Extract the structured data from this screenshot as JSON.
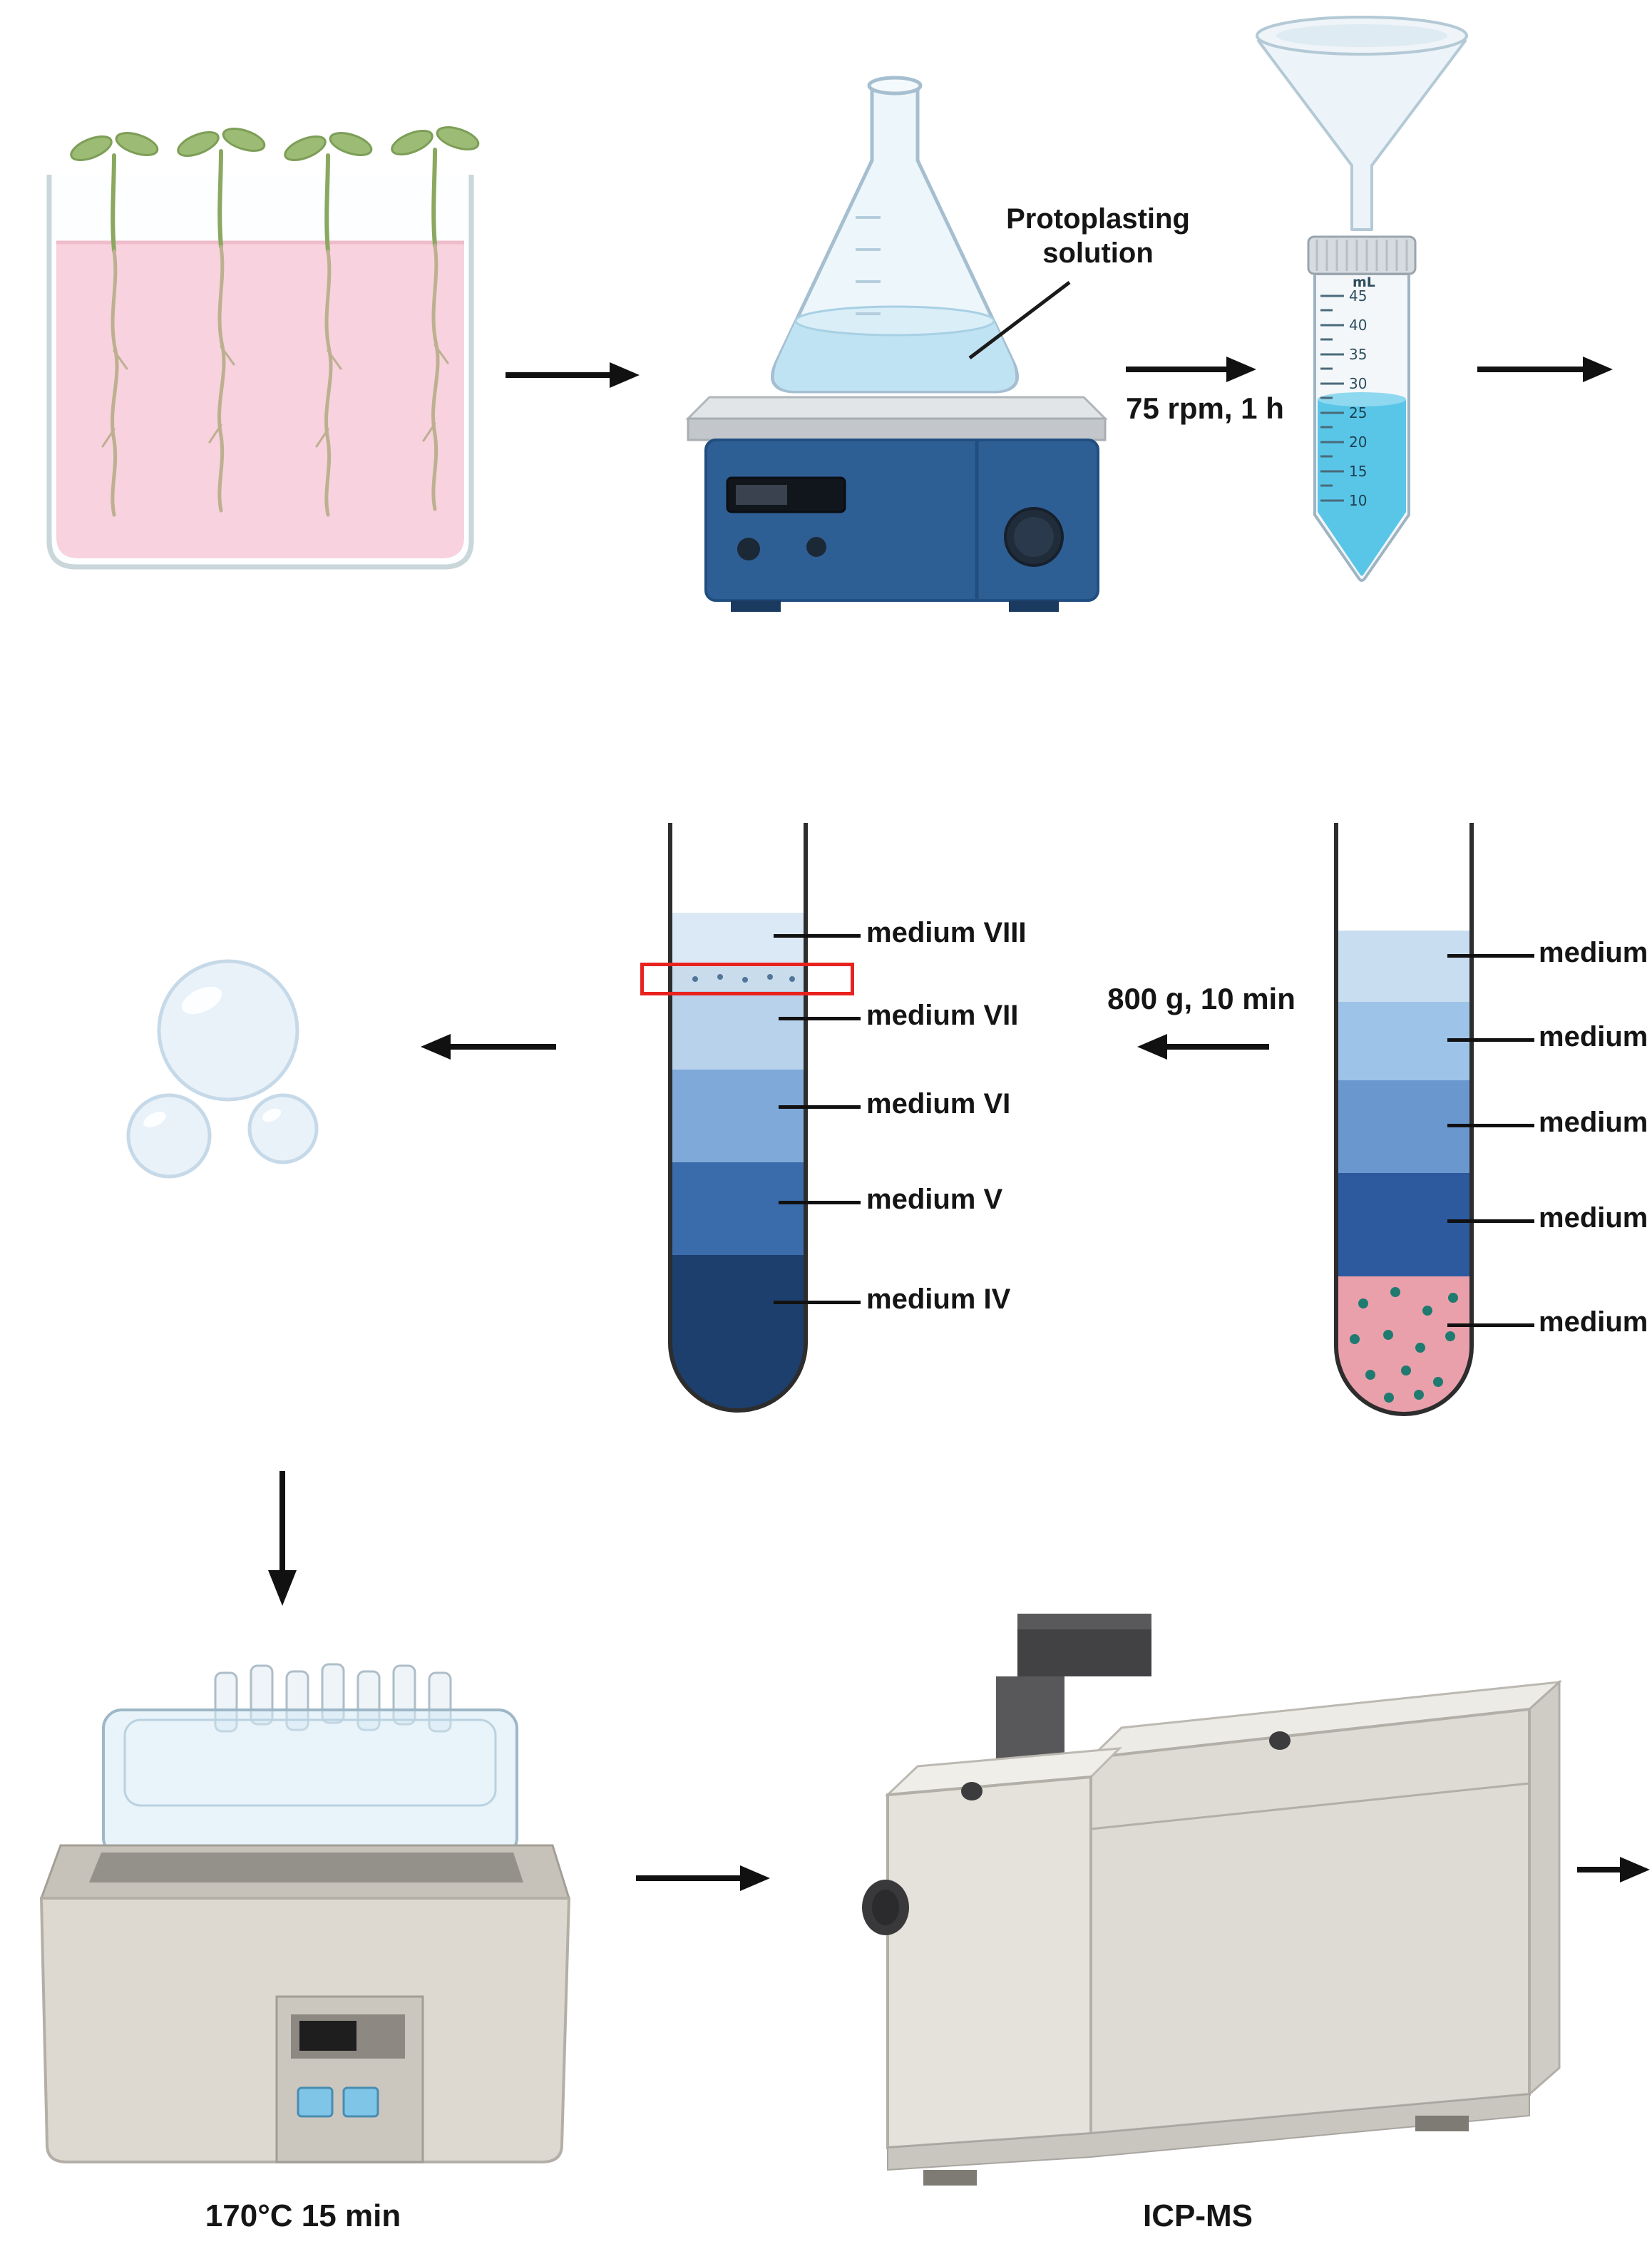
{
  "palette": {
    "seedling_medium_pink": "#f8d2de",
    "leaf_green": "#9cbb74",
    "flask_liquid_blue": "#bfe3f3",
    "stirrer_blue": "#2e5f94",
    "tube_liquid_cyan": "#59c6e8",
    "gradient_blues": [
      "#dbe8f5",
      "#b7d2ea",
      "#7fa9d8",
      "#3a6cab",
      "#1d3f6e"
    ],
    "pellet_pink": "#e9a0ab",
    "protoplast_dot_teal": "#1f7a70",
    "highlight_red": "#e8221e",
    "arrow_black": "#111111"
  },
  "top_row": {
    "flask_label": "Protoplasting\nsolution",
    "shake_label": "75 rpm, 1 h",
    "tube_unit": "mL",
    "graduations": [
      "45",
      "40",
      "35",
      "30",
      "25",
      "20",
      "15",
      "10"
    ]
  },
  "middle_row": {
    "centrifuge_label": "800 g, 10 min",
    "left_tube_labels": [
      "medium VIII",
      "medium VII",
      "medium VI",
      "medium V",
      "medium IV"
    ],
    "right_tube_labels": [
      "medium",
      "medium",
      "medium",
      "medium",
      "medium"
    ]
  },
  "bottom_row": {
    "water_bath_label": "170°C 15 min",
    "instrument_label": "ICP-MS"
  }
}
